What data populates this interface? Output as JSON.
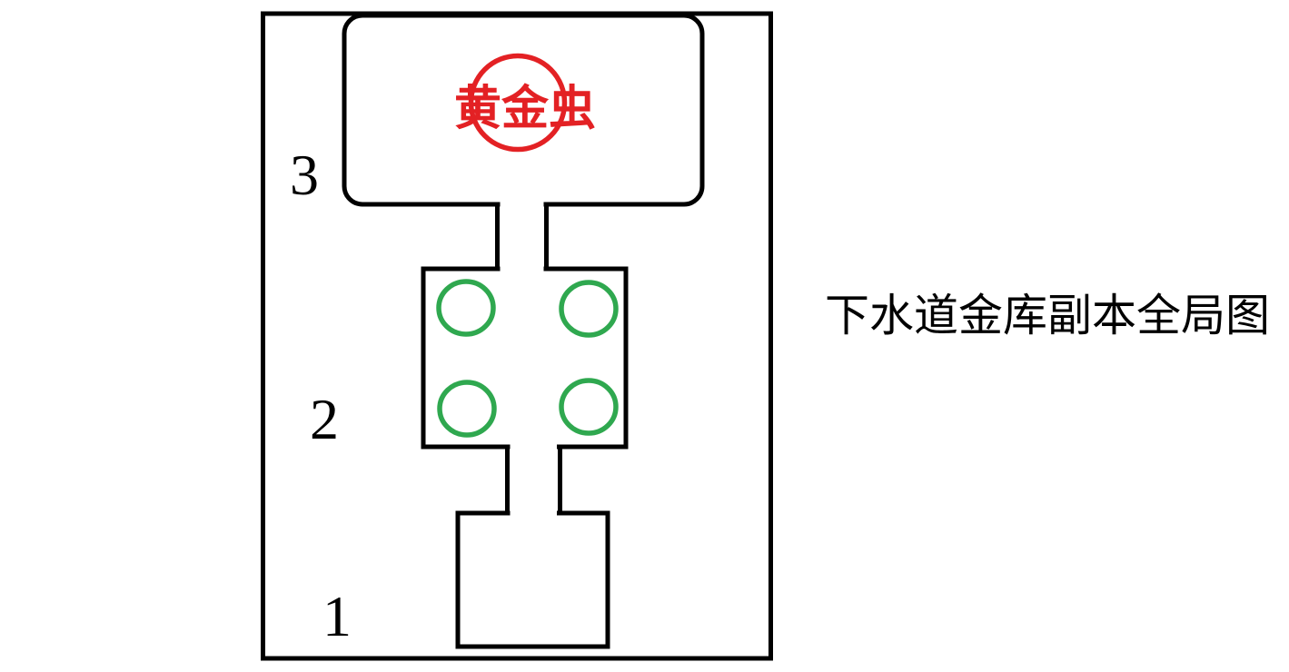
{
  "figure": {
    "title": "下水道金库副本全局图",
    "boss_label": "黄金虫",
    "room_labels": [
      "3",
      "2",
      "1"
    ],
    "monster_circle_count": 4
  },
  "colors": {
    "wall": "#000000",
    "boss_circle": "#e32124",
    "monster_circle": "#2fa84f",
    "label_text": "#000000",
    "background": "#ffffff"
  }
}
